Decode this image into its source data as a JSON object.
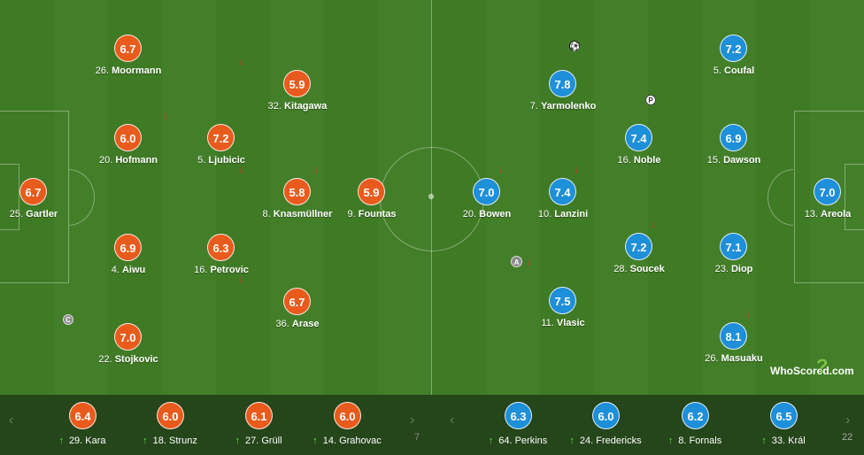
{
  "home_players": [
    {
      "rating": "6.7",
      "num": "26.",
      "name": "Moormann",
      "down": false,
      "badge": ""
    },
    {
      "rating": "6.0",
      "num": "20.",
      "name": "Hofmann",
      "down": false,
      "badge": ""
    },
    {
      "rating": "6.7",
      "num": "25.",
      "name": "Gartler",
      "down": false,
      "badge": ""
    },
    {
      "rating": "6.9",
      "num": "4.",
      "name": "Aiwu",
      "down": false,
      "badge": ""
    },
    {
      "rating": "7.0",
      "num": "22.",
      "name": "Stojkovic",
      "down": false,
      "badge": "C"
    },
    {
      "rating": "7.2",
      "num": "5.",
      "name": "Ljubicic",
      "down": true,
      "badge": ""
    },
    {
      "rating": "6.3",
      "num": "16.",
      "name": "Petrovic",
      "down": false,
      "badge": ""
    },
    {
      "rating": "5.9",
      "num": "32.",
      "name": "Kitagawa",
      "down": true,
      "badge": ""
    },
    {
      "rating": "5.8",
      "num": "8.",
      "name": "Knasmüllner",
      "down": true,
      "badge": ""
    },
    {
      "rating": "6.7",
      "num": "36.",
      "name": "Arase",
      "down": true,
      "badge": ""
    },
    {
      "rating": "5.9",
      "num": "9.",
      "name": "Fountas",
      "down": true,
      "badge": ""
    }
  ],
  "away_players": [
    {
      "rating": "7.2",
      "num": "5.",
      "name": "Coufal",
      "down": false,
      "badge": ""
    },
    {
      "rating": "7.8",
      "num": "7.",
      "name": "Yarmolenko",
      "down": false,
      "badge": "⚽"
    },
    {
      "rating": "7.4",
      "num": "16.",
      "name": "Noble",
      "down": false,
      "badge": "P"
    },
    {
      "rating": "6.9",
      "num": "15.",
      "name": "Dawson",
      "down": false,
      "badge": ""
    },
    {
      "rating": "7.0",
      "num": "20.",
      "name": "Bowen",
      "down": true,
      "badge": ""
    },
    {
      "rating": "7.4",
      "num": "10.",
      "name": "Lanzini",
      "down": true,
      "badge": ""
    },
    {
      "rating": "7.0",
      "num": "13.",
      "name": "Areola",
      "down": false,
      "badge": ""
    },
    {
      "rating": "7.2",
      "num": "28.",
      "name": "Soucek",
      "down": true,
      "badge": ""
    },
    {
      "rating": "7.1",
      "num": "23.",
      "name": "Diop",
      "down": false,
      "badge": ""
    },
    {
      "rating": "7.5",
      "num": "11.",
      "name": "Vlasic",
      "down": true,
      "badge": "A"
    },
    {
      "rating": "8.1",
      "num": "26.",
      "name": "Masuaku",
      "down": true,
      "badge": ""
    }
  ],
  "home_subs": [
    {
      "rating": "6.4",
      "num": "29.",
      "name": "Kara"
    },
    {
      "rating": "6.0",
      "num": "18.",
      "name": "Strunz"
    },
    {
      "rating": "6.1",
      "num": "27.",
      "name": "Grüll"
    },
    {
      "rating": "6.0",
      "num": "14.",
      "name": "Grahovac"
    }
  ],
  "away_subs": [
    {
      "rating": "6.3",
      "num": "64.",
      "name": "Perkins"
    },
    {
      "rating": "6.0",
      "num": "24.",
      "name": "Fredericks"
    },
    {
      "rating": "6.2",
      "num": "8.",
      "name": "Fornals"
    },
    {
      "rating": "6.5",
      "num": "33.",
      "name": "Král"
    }
  ],
  "bench_nav": {
    "prev": "‹",
    "next": "›",
    "cut_left": "7",
    "cut_right": "22"
  },
  "logo": {
    "text": "WhoScored.com"
  },
  "colors": {
    "home": "#e95b1c",
    "away": "#1e8fd9",
    "down_arrow": "#e8302a",
    "up_arrow": "#5ee34a"
  },
  "icons": {
    "down": "red-down-arrow",
    "up": "green-up-arrow",
    "captain": "captain-badge",
    "ball": "goal-ball-icon",
    "penalty": "penalty-badge",
    "assist": "assist-badge"
  }
}
